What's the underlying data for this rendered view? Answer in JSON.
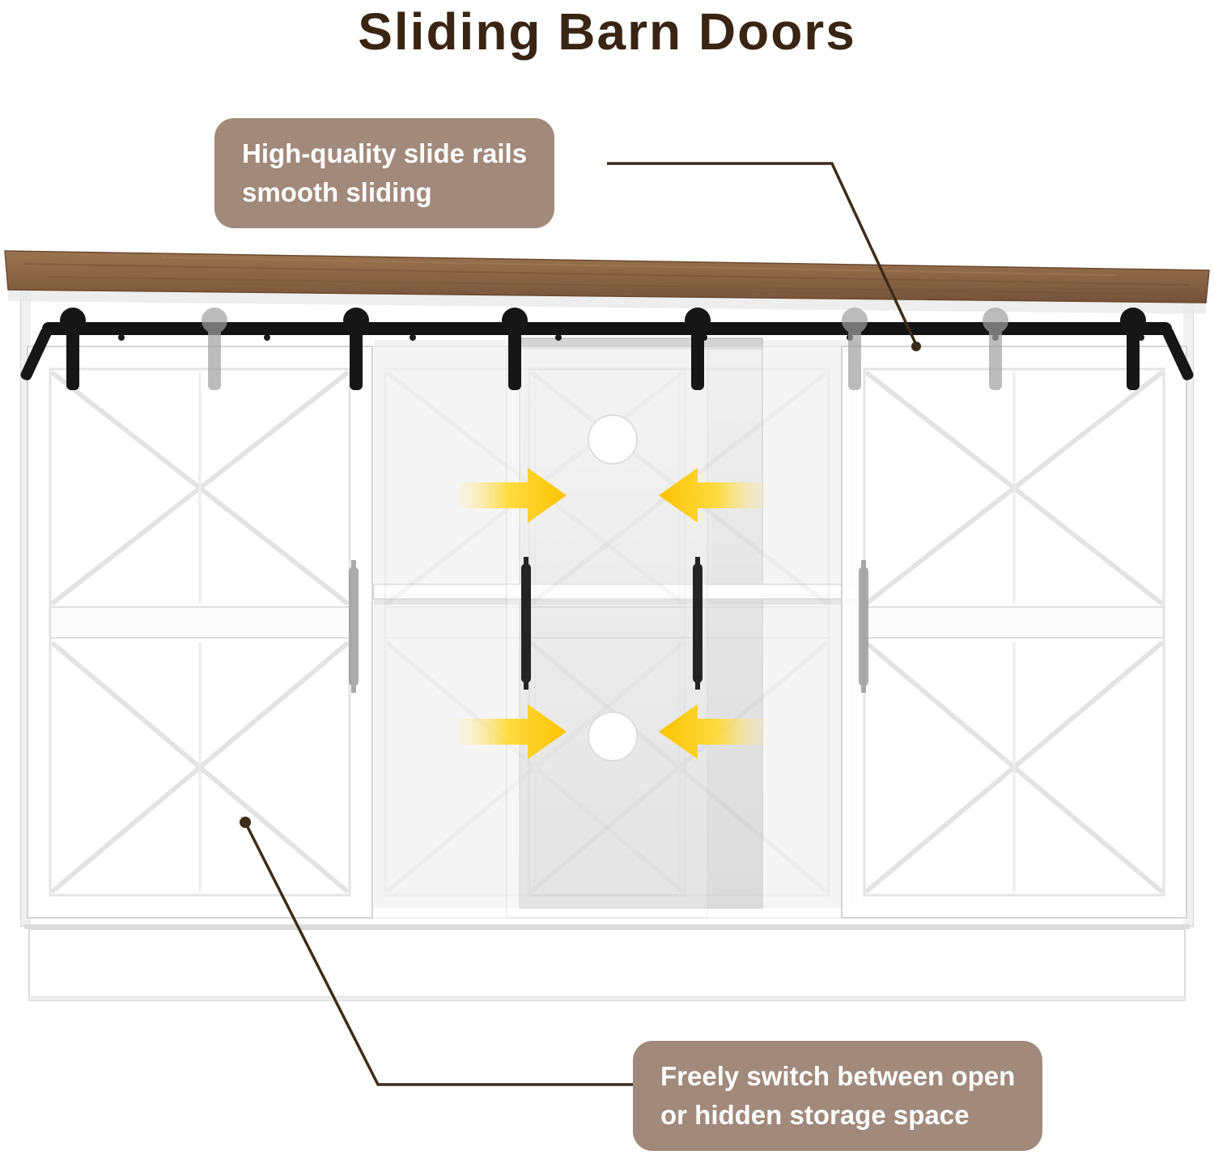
{
  "title": "Sliding Barn Doors",
  "callouts": {
    "slide_rails": {
      "line1": "High-quality slide rails",
      "line2": "smooth sliding"
    },
    "storage": {
      "line1": "Freely switch between open",
      "line2": "or hidden storage space"
    }
  },
  "colors": {
    "title_text": "#3a2413",
    "callout_bg": "#a1897b",
    "callout_text": "#ffffff",
    "connector_line": "#3f2b1a",
    "rail_black": "#141414",
    "arrow_yellow": "#fcc200",
    "wood_top_brown": "#8a6546",
    "cabinet_white": "#ffffff",
    "interior_gray": "#dcdcdc"
  }
}
